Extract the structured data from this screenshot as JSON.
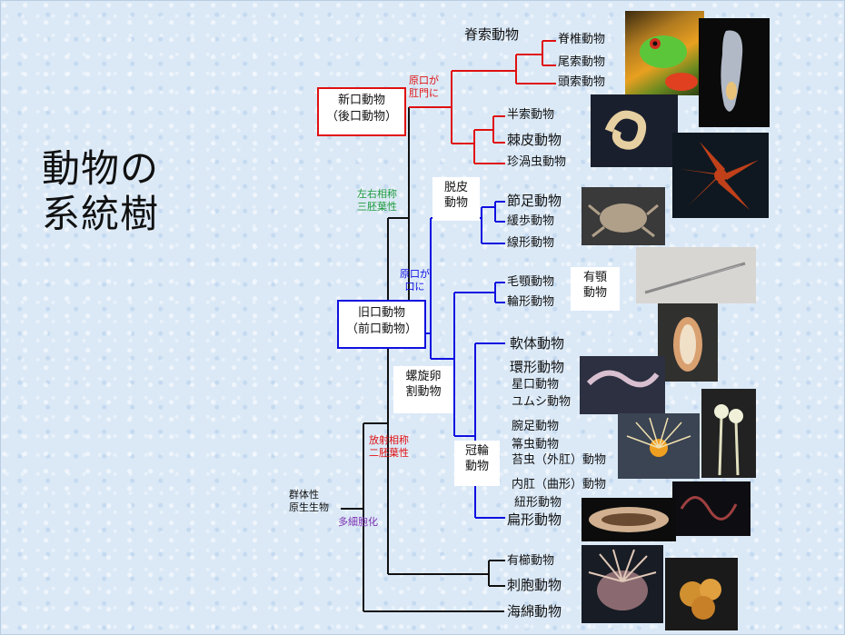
{
  "title": {
    "line1": "動物の",
    "line2": "系統樹"
  },
  "nodes": {
    "deuterostome": {
      "line1": "新口動物",
      "line2": "（後口動物）"
    },
    "protostome": {
      "line1": "旧口動物",
      "line2": "（前口動物）"
    },
    "root": {
      "line1": "群体性",
      "line2": "原生生物"
    }
  },
  "features": {
    "blastopore_anus": {
      "line1": "原口が",
      "line2": "肛門に"
    },
    "blastopore_mouth": {
      "line1": "原口が",
      "line2": "口に"
    },
    "bilateral": {
      "line1": "左右相称",
      "line2": "三胚葉性"
    },
    "radial": {
      "line1": "放射相称",
      "line2": "二胚葉性"
    },
    "multicellular": "多細胞化"
  },
  "groups": {
    "ecdysozoa": {
      "line1": "脱皮",
      "line2": "動物"
    },
    "chaetognatha_box": {
      "line1": "有顎",
      "line2": "動物"
    },
    "spiral": {
      "line1": "螺旋卵",
      "line2": "割動物"
    },
    "lophophorate": {
      "line1": "冠輪",
      "line2": "動物"
    }
  },
  "taxa": {
    "chordata": "脊索動物",
    "vertebrata": "脊椎動物",
    "urochordata": "尾索動物",
    "cephalochordata": "頭索動物",
    "hemichordata": "半索動物",
    "echinodermata": "棘皮動物",
    "xenacoelomorpha": "珍渦虫動物",
    "arthropoda": "節足動物",
    "tardigrada": "緩歩動物",
    "nematoda": "線形動物",
    "chaetognatha": "毛顎動物",
    "rotifera": "輪形動物",
    "mollusca": "軟体動物",
    "annelida": "環形動物",
    "sipuncula": "星口動物",
    "echiura": "ユムシ動物",
    "brachiopoda": "腕足動物",
    "phoronida": "箒虫動物",
    "ectoprocta": "苔虫（外肛）動物",
    "entoprocta": "内肛（曲形）動物",
    "nemertea": "紐形動物",
    "platyhelminthes": "扁形動物",
    "ctenophora": "有櫛動物",
    "cnidaria": "刺胞動物",
    "porifera": "海綿動物"
  },
  "colors": {
    "deuterostome_line": "#e01010",
    "protostome_line": "#1010e0",
    "base_line": "#111111"
  }
}
